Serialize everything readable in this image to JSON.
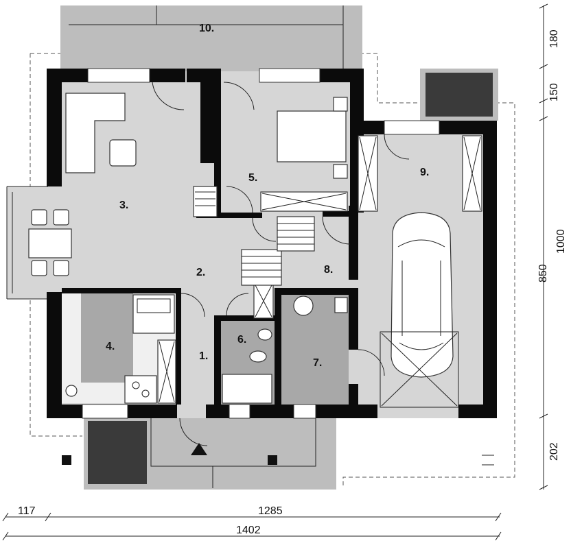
{
  "rooms": {
    "r1": "1.",
    "r2": "2.",
    "r3": "3.",
    "r4": "4.",
    "r5": "5.",
    "r6": "6.",
    "r7": "7.",
    "r8": "8.",
    "r9": "9.",
    "r10": "10."
  },
  "dimensions": {
    "right_top": "180",
    "right_upper": "150",
    "right_total": "1000",
    "right_main": "850",
    "right_bottom": "202",
    "bottom_left": "117",
    "bottom_main": "1285",
    "bottom_total": "1402"
  }
}
